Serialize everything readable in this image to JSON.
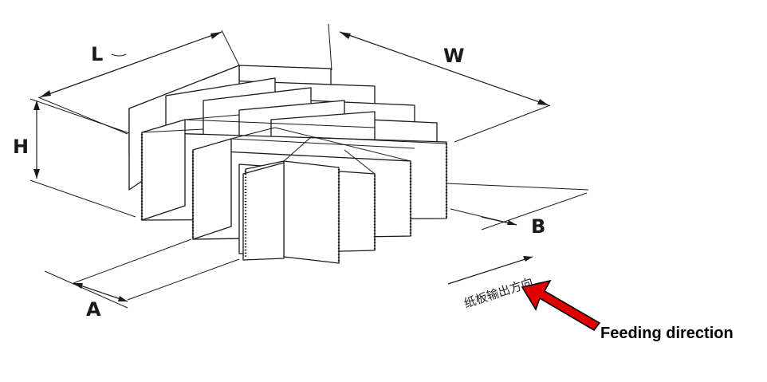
{
  "diagram": {
    "labels": {
      "length": "L",
      "width": "W",
      "height": "H",
      "cell_a": "A",
      "cell_b": "B",
      "output_direction_cn": "纸板输出方向",
      "feeding_direction": "Feeding direction"
    },
    "colors": {
      "line": "#1a1a1a",
      "callout_arrow": "#e00000",
      "callout_arrow_outline": "#000000"
    }
  }
}
